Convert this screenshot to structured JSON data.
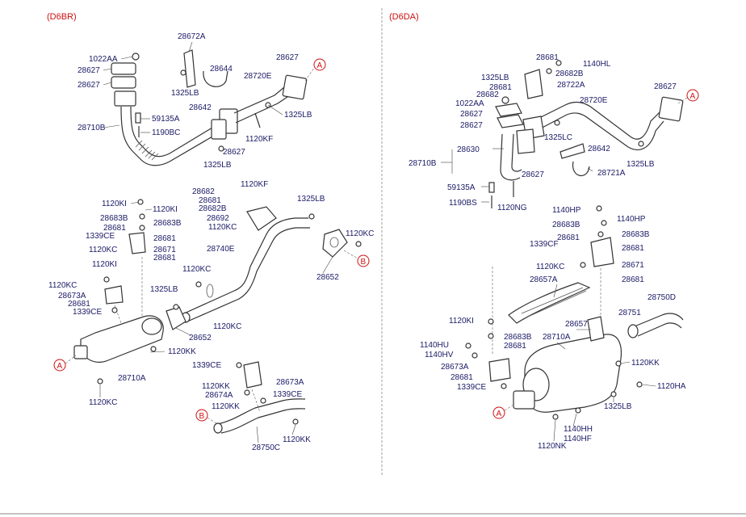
{
  "sections": {
    "left": "(D6BR)",
    "right": "(D6DA)"
  },
  "colors": {
    "label": "#1a1a66",
    "section": "#cc1111",
    "reference": "#cc1111",
    "line": "#333333"
  },
  "refs": {
    "a": "A",
    "b": "B"
  },
  "left_labels": {
    "p28672A": "28672A",
    "p1022AA": "1022AA",
    "p28627_1": "28627",
    "p28627_2": "28627",
    "p1325LB_1": "1325LB",
    "p28644": "28644",
    "p28627_3": "28627",
    "p28720E": "28720E",
    "p28642": "28642",
    "p59135A": "59135A",
    "p1325LB_2": "1325LB",
    "p1190BC": "1190BC",
    "p28710B": "28710B",
    "p1120KF_1": "1120KF",
    "p28627_4": "28627",
    "p1325LB_3": "1325LB",
    "p28682": "28682",
    "p1120KF_2": "1120KF",
    "p28681_1": "28681",
    "p1325LB_4": "1325LB",
    "p28682B": "28682B",
    "p1120KI_1": "1120KI",
    "p1120KI_2": "1120KI",
    "p28692": "28692",
    "p28683B_1": "28683B",
    "p28683B_2": "28683B",
    "p1120KC_1": "1120KC",
    "p28681_2": "28681",
    "p1339CE_1": "1339CE",
    "p28681_3": "28681",
    "p1120KC_2": "1120KC",
    "p28740E": "28740E",
    "p1120KC_3": "1120KC",
    "p28671": "28671",
    "p28681_4": "28681",
    "p1120KI_3": "1120KI",
    "p28652_1": "28652",
    "p1120KC_4": "1120KC",
    "p1120KC_5": "1120KC",
    "p28673A_1": "28673A",
    "p1325LB_5": "1325LB",
    "p28681_5": "28681",
    "p1339CE_2": "1339CE",
    "p1120KC_6": "1120KC",
    "p28652_2": "28652",
    "p1120KK_1": "1120KK",
    "p28710A": "28710A",
    "p1339CE_3": "1339CE",
    "p1120KC_7": "1120KC",
    "p1120KK_2": "1120KK",
    "p28673A_2": "28673A",
    "p28674A": "28674A",
    "p1339CE_4": "1339CE",
    "p1120KK_3": "1120KK",
    "p1120KK_4": "1120KK",
    "p28750C": "28750C"
  },
  "right_labels": {
    "p28681_1": "28681",
    "p1140HL": "1140HL",
    "p1325LB_1": "1325LB",
    "p28682B": "28682B",
    "p28681_2": "28681",
    "p28722A": "28722A",
    "p28627_1": "28627",
    "p28682": "28682",
    "p28720E": "28720E",
    "p1022AA": "1022AA",
    "p28627_2": "28627",
    "p28627_3": "28627",
    "p1325LC": "1325LC",
    "p28630": "28630",
    "p28642": "28642",
    "p28710B": "28710B",
    "p1325LB_2": "1325LB",
    "p28627_4": "28627",
    "p28721A": "28721A",
    "p59135A": "59135A",
    "p1190BS": "1190BS",
    "p1120NG": "1120NG",
    "p1140HP_1": "1140HP",
    "p1140HP_2": "1140HP",
    "p28683B_1": "28683B",
    "p28683B_2": "28683B",
    "p28681_3": "28681",
    "p1339CF": "1339CF",
    "p28681_4": "28681",
    "p28671": "28671",
    "p1120KC": "1120KC",
    "p28681_5": "28681",
    "p28657A": "28657A",
    "p28750D": "28750D",
    "p28751": "28751",
    "p1120KI": "1120KI",
    "p28657": "28657",
    "p28683B_3": "28683B",
    "p28710A": "28710A",
    "p1140HU": "1140HU",
    "p28681_6": "28681",
    "p1140HV": "1140HV",
    "p1120KK": "1120KK",
    "p28673A": "28673A",
    "p28681_7": "28681",
    "p1120HA": "1120HA",
    "p1339CE": "1339CE",
    "p1325LB_3": "1325LB",
    "p1140HH": "1140HH",
    "p1140HF": "1140HF",
    "p1120NK": "1120NK"
  }
}
